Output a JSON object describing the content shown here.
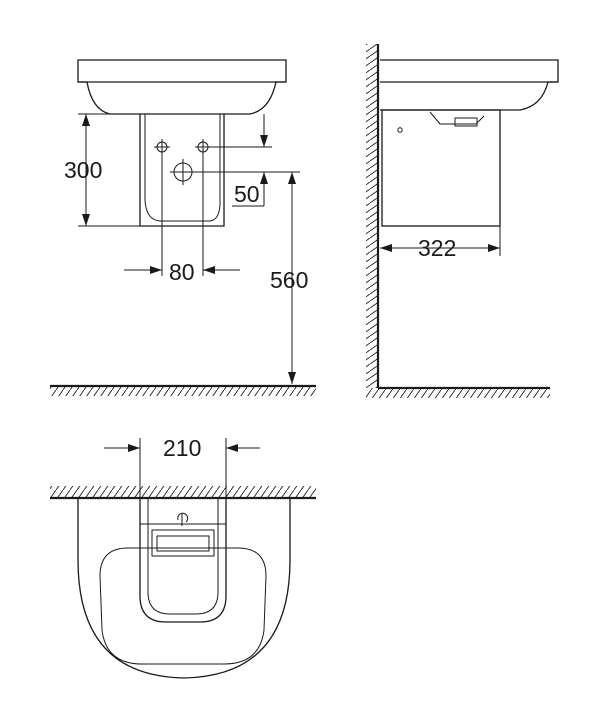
{
  "dimensions": {
    "shroud_height": "300",
    "hole_spacing": "80",
    "hole_offset": "50",
    "floor_height": "560",
    "shroud_depth": "322",
    "shroud_width": "210"
  },
  "colors": {
    "line": "#1a1a1a",
    "background": "#ffffff"
  }
}
